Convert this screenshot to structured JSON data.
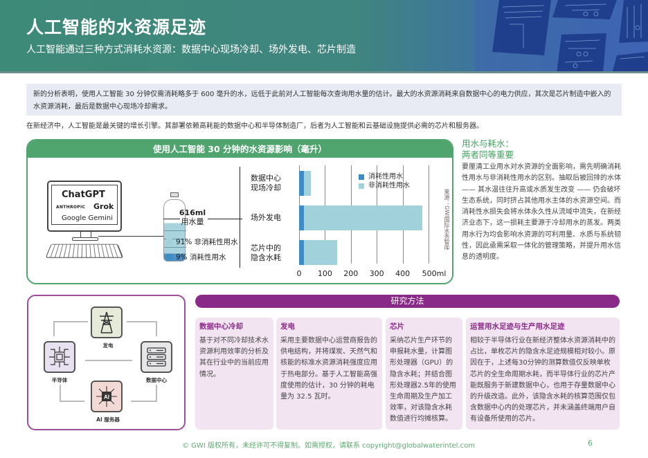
{
  "header": {
    "title": "人工智能的水资源足迹",
    "subtitle": "人工智能通过三种方式消耗水资源：数据中心现场冷却、场外发电、芯片制造"
  },
  "intro": {
    "highlight": "新的分析表明，使用人工智能 30 分钟仅需消耗略多于 600 毫升的水，远低于此前对人工智能每次查询用水量的估计。最大的水资源消耗来自数据中心的电力供应，其次是芯片制造中嵌入的水资源消耗，最后是数据中心现场冷却需求。",
    "body": "在新经济中，人工智能是最关键的增长引擎。其部署依赖高耗能的数据中心和半导体制造厂，后者为人工智能和云基础设施提供必需的芯片和服务器。"
  },
  "infographic": {
    "title": "使用人工智能 30 分钟的水资源影响（毫升）",
    "monitor": {
      "chatgpt": "ChatGPT",
      "anthropic": "ANTHROPIC",
      "grok": "Grok",
      "gemini": "Google Gemini"
    },
    "total_value": "616ml",
    "total_label": "用水量",
    "legend_nonconsumptive": "91% 非消耗性用水",
    "legend_consumptive": "9% 消耗性用水",
    "source": "来源：GWI国际水务智库"
  },
  "chart_data": {
    "type": "bar",
    "orientation": "horizontal",
    "stacked": true,
    "title": "使用人工智能 30 分钟的水资源影响（毫升）",
    "categories": [
      "数据中心现场冷却",
      "场外发电",
      "芯片中的隐含水耗"
    ],
    "category_lines": [
      [
        "数据中心",
        "现场冷却"
      ],
      [
        "场外发电"
      ],
      [
        "芯片中的",
        "隐含水耗"
      ]
    ],
    "series": [
      {
        "name": "消耗性用水",
        "color": "#3d8dc4",
        "values": [
          18,
          20,
          18
        ]
      },
      {
        "name": "非消耗性用水",
        "color": "#a1d2db",
        "values": [
          27,
          457,
          129
        ]
      }
    ],
    "xlabel": "",
    "ylabel": "",
    "xlim": [
      0,
      500
    ],
    "ticks": [
      "0",
      "100",
      "200",
      "300",
      "400",
      "500ml"
    ],
    "grid": true,
    "legend_position": "top-right",
    "source": "来源：GWI国际水务智库"
  },
  "sidebar": {
    "heading_line1": "用水与耗水：",
    "heading_line2": "两者同等重要",
    "body": "要厘清工业用水对水资源的全面影响，需先明确消耗性用水与非消耗性用水的区别。抽取后被回排的水体 —— 其水温往往升高或水质发生改变 —— 仍会破坏生态系统，同时挤占其他用水主体的水资源空间。而消耗性水损失会将水体永久性从流域中流失，在新经济业态下，这一损耗主要源于冷却用水的蒸发。两类用水行为均会影响水资源的可利用量、水质与系统韧性，因此亟需采取一体化的管理策略，并提升用水信息的透明度。"
  },
  "cycle": {
    "power": "发电",
    "semiconductor": "半导体",
    "datacenter": "数据中心",
    "ai_server": "AI 服务器",
    "ai_chip_text": "AI"
  },
  "methodology": {
    "title": "研究方法",
    "cards": [
      {
        "title": "数据中心冷却",
        "body": "基于对不同冷却技术水资源利用效率的分析及其在行业中的当前应用情况。"
      },
      {
        "title": "发电",
        "body": "采用主要数据中心运营商报告的供电结构，并将煤炭、天然气和核能的标准水资源消耗强度应用于热电部分。基于人工智能高强度使用的估计，30 分钟的耗电量为 32.5 瓦时。"
      },
      {
        "title": "芯片",
        "body": "采纳芯片生产环节的申报耗水量，计算图形处理器（GPU）的隐含水耗；并结合图形处理器2.5年的使用生命周期及生产加工效率，对该隐含水耗数值进行均摊核算。"
      },
      {
        "title": "运营用水足迹与生产用水足迹",
        "body": "相较于半导体行业在新经济整体水资源消耗中的占比，单枚芯片的隐含水足迹规模相对较小。原因在于，上述每30分钟的测算数值仅反映单枚芯片的全生命周期水耗，而半导体行业的芯片产能既服务于新建数据中心，也用于存量数据中心的升级改造。此外，该隐含水耗的核算范围仅包含数据中心内的处理芯片，并未涵盖终端用户自有设备所使用的芯片。"
      }
    ]
  },
  "footer": {
    "copyright": "© GWI 版权所有，未经许可不得复制。如需授权，请联系 copyright@globalwaterintel.com",
    "page": "6"
  },
  "colors": {
    "green": "#4fa56d",
    "purple": "#8a2a88",
    "consumptive": "#3d8dc4",
    "nonconsumptive": "#a1d2db"
  }
}
